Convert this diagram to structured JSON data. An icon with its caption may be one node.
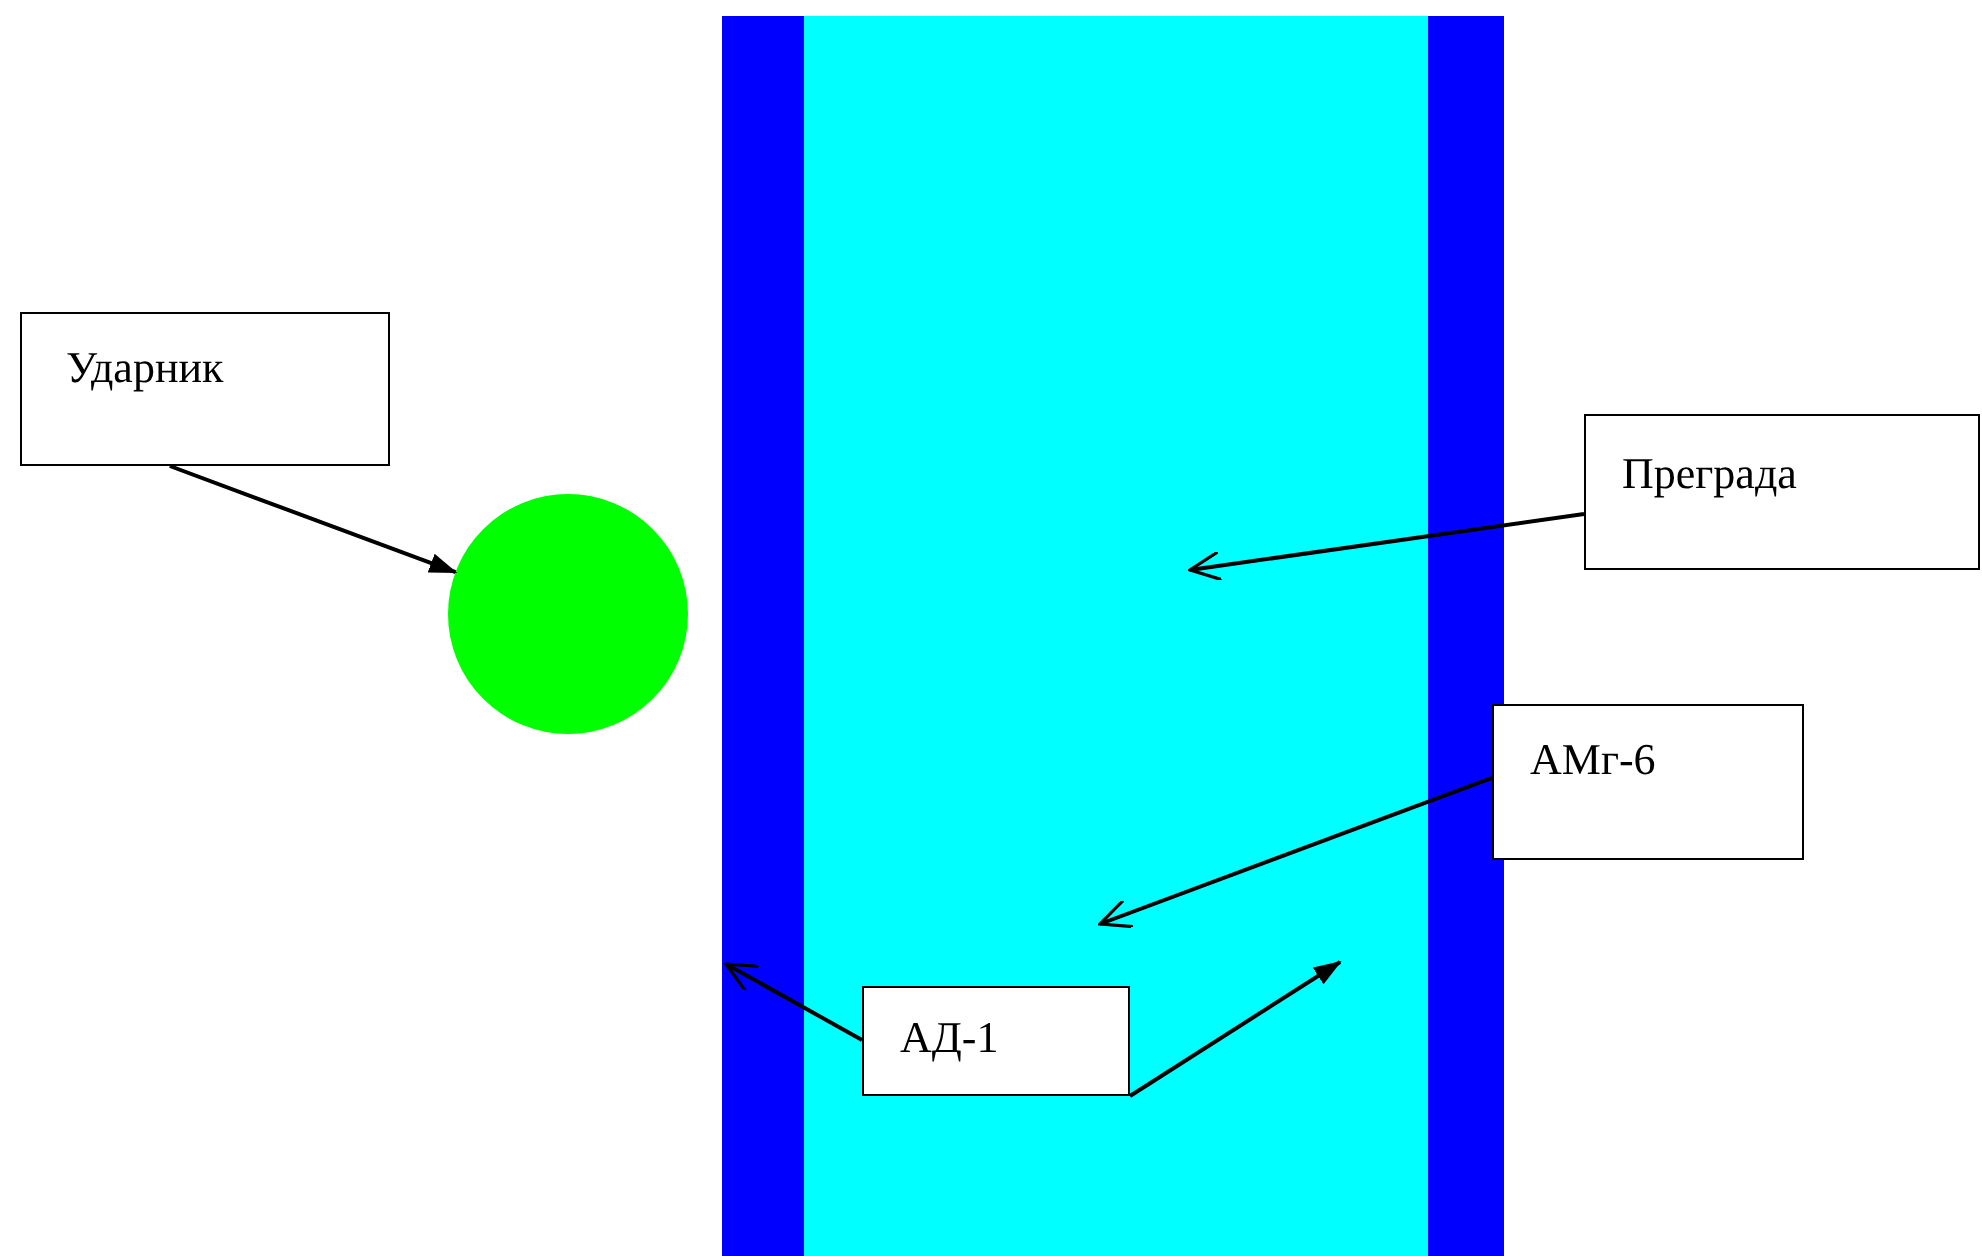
{
  "diagram": {
    "nodes": [
      {
        "text": [
          "Ударник"
        ]
      },
      {
        "text": [],
        "shape": "circle"
      },
      {
        "text": [],
        "shape": "bar"
      },
      {
        "text": [],
        "shape": "box"
      },
      {
        "text": [],
        "shape": "bar"
      },
      {
        "text": [
          "Преграда"
        ]
      },
      {
        "text": [
          "АМг-6"
        ]
      },
      {
        "text": [
          "АД-1"
        ],
        "in": 3
      }
    ],
    "edges": [
      {
        "from": 0,
        "to": 1,
        "arrow": "to"
      },
      {
        "from": 5,
        "to": 3,
        "arrow": "to"
      },
      {
        "from": 6,
        "to": 3,
        "arrow": "to"
      },
      {
        "from": 7,
        "to": 2,
        "arrow": "to"
      },
      {
        "from": 7,
        "to": 3,
        "arrow": "to"
      }
    ]
  }
}
